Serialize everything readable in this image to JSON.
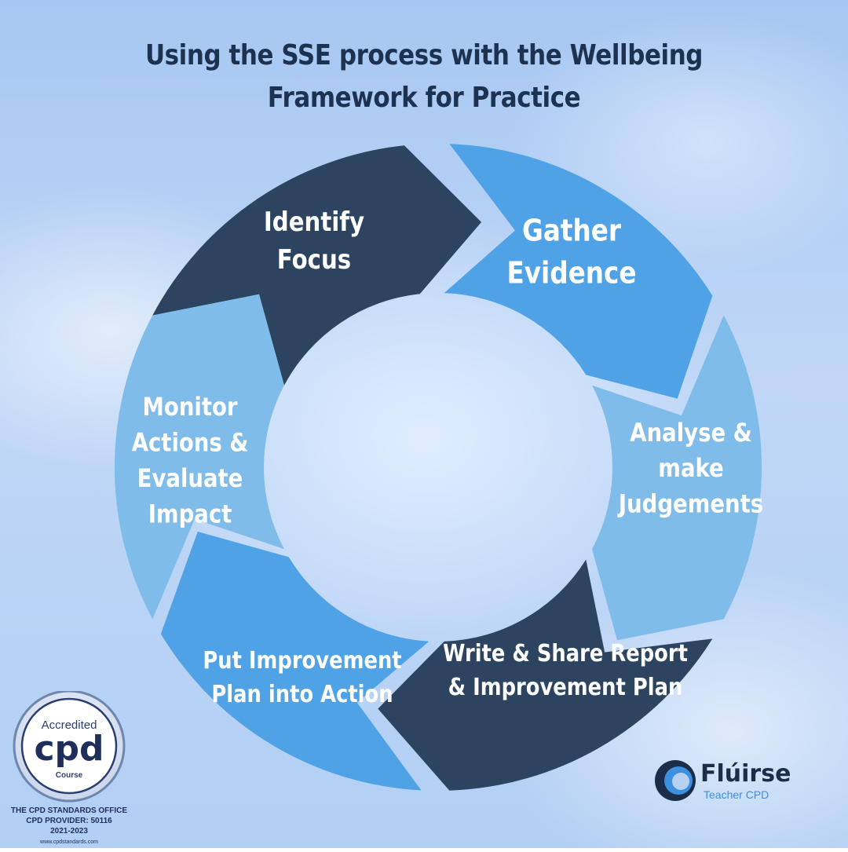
{
  "title": {
    "line1": "Using the SSE process with the Wellbeing",
    "line2": "Framework for Practice"
  },
  "cycle": {
    "steps": [
      {
        "lines": [
          "Identify",
          "Focus"
        ],
        "color": "#2c4460"
      },
      {
        "lines": [
          "Gather",
          "Evidence"
        ],
        "color": "#4fa2e5"
      },
      {
        "lines": [
          "Analyse &",
          "make",
          "Judgements"
        ],
        "color": "#7fbce9"
      },
      {
        "lines": [
          "Write & Share Report",
          "& Improvement Plan"
        ],
        "color": "#2c4460"
      },
      {
        "lines": [
          "Put Improvement",
          "Plan into Action"
        ],
        "color": "#4fa2e5"
      },
      {
        "lines": [
          "Monitor",
          "Actions &",
          "Evaluate",
          "Impact"
        ],
        "color": "#7fbce9"
      }
    ]
  },
  "badge": {
    "accredited": "Accredited",
    "cpd": "cpd",
    "course": "Course",
    "office": "THE CPD STANDARDS OFFICE",
    "provider": "CPD PROVIDER: 50116",
    "years": "2021-2023",
    "url": "www.cpdstandards.com"
  },
  "logo": {
    "name": "Flúirse",
    "tagline": "Teacher CPD"
  }
}
